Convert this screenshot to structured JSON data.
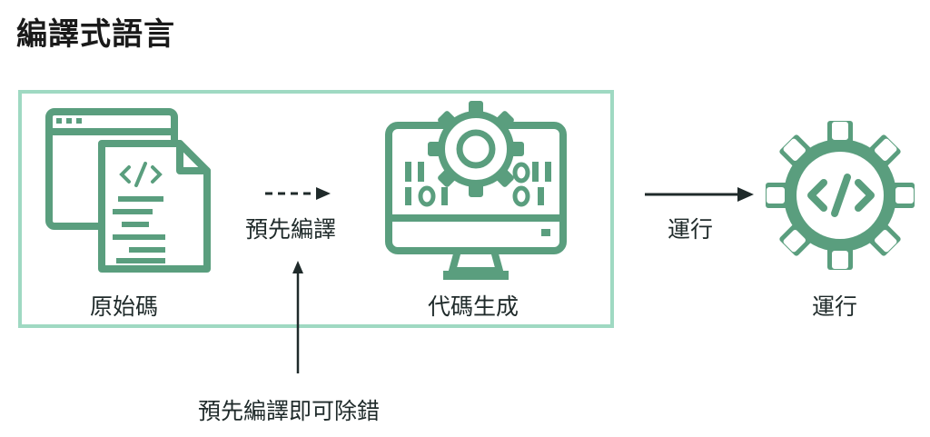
{
  "title": "編譯式語言",
  "nodes": {
    "source": {
      "label": "原始碼",
      "icon": "source-code-document-icon"
    },
    "codegen": {
      "label": "代碼生成",
      "icon": "monitor-gear-icon"
    },
    "run": {
      "label": "運行",
      "icon": "code-gear-icon"
    }
  },
  "edges": {
    "precompile": {
      "label": "預先編譯",
      "style": "dashed"
    },
    "run": {
      "label": "運行",
      "style": "solid"
    }
  },
  "note": "預先編譯即可除錯",
  "colors": {
    "icon": "#5a9e7e",
    "frame": "#9fd9c2",
    "arrow": "#1f2a2a"
  }
}
